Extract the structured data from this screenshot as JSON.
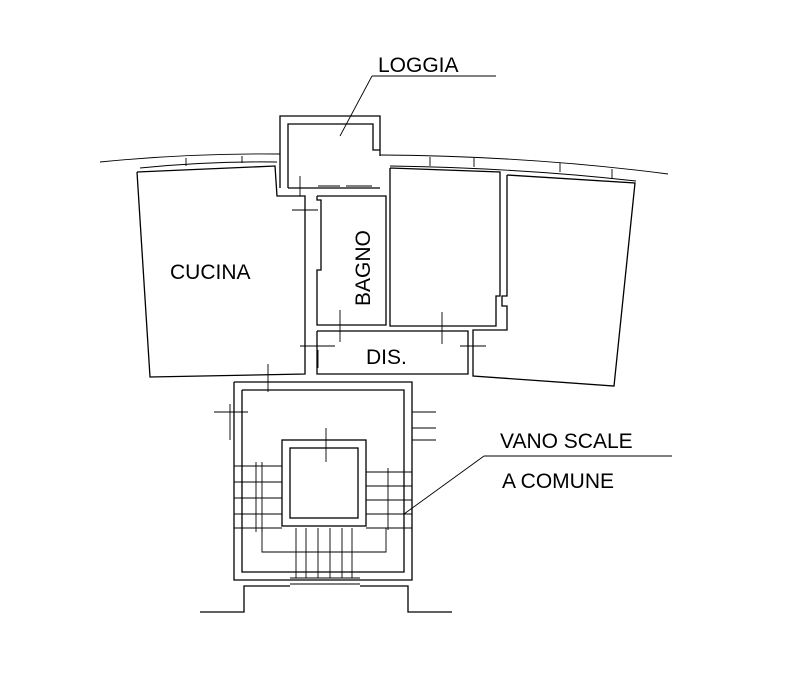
{
  "labels": {
    "loggia": "LOGGIA",
    "cucina": "CUCINA",
    "bagno": "BAGNO",
    "dis": "DIS.",
    "vano_scale": "VANO SCALE",
    "a_comune": "A COMUNE"
  }
}
